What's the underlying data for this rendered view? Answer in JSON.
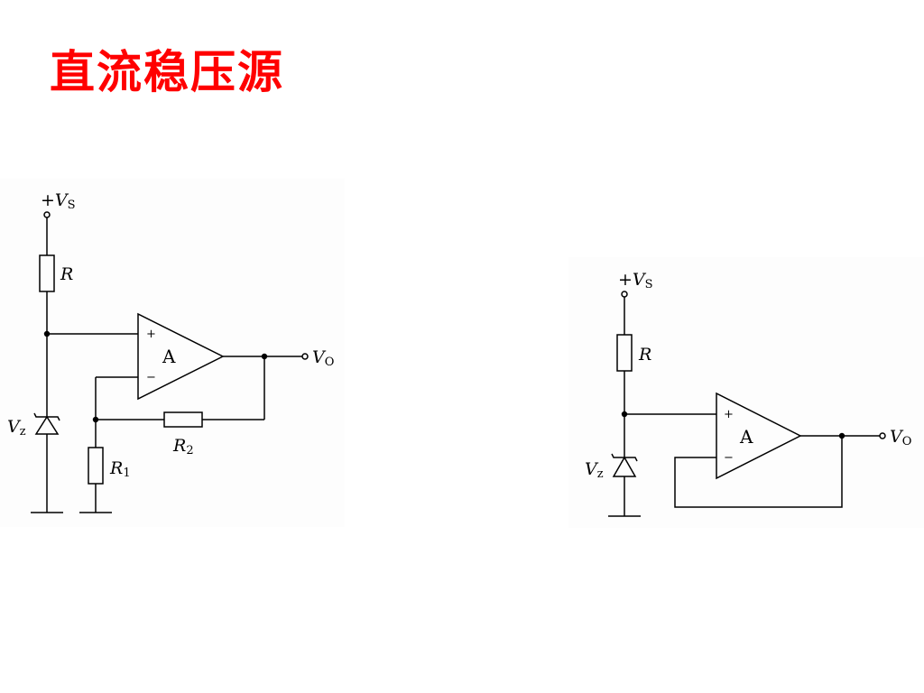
{
  "title": "直流稳压源",
  "title_color": "#ff0000",
  "circuits": [
    {
      "id": "left",
      "supply_label": "+V",
      "supply_sub": "S",
      "resistor_r_label": "R",
      "opamp_label": "A",
      "plus_sign": "+",
      "minus_sign": "−",
      "output_label": "V",
      "output_sub": "O",
      "zener_label": "V",
      "zener_sub": "z",
      "r1_label": "R",
      "r1_sub": "1",
      "r2_label": "R",
      "r2_sub": "2"
    },
    {
      "id": "right",
      "supply_label": "+V",
      "supply_sub": "S",
      "resistor_r_label": "R",
      "opamp_label": "A",
      "plus_sign": "+",
      "minus_sign": "−",
      "output_label": "V",
      "output_sub": "O",
      "zener_label": "V",
      "zener_sub": "z"
    }
  ]
}
